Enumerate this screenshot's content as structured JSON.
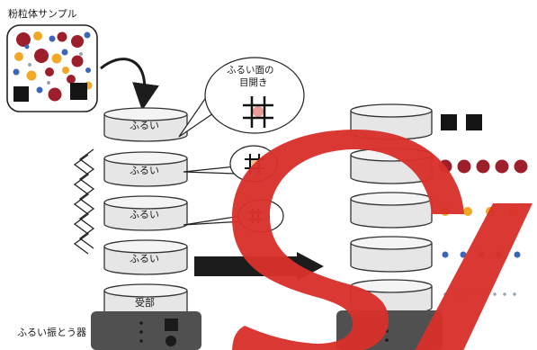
{
  "labels": {
    "sample_title": "粉粒体サンプル",
    "mesh_caption_line1": "ふるい面の",
    "mesh_caption_line2": "目開き",
    "sieve": "ふるい",
    "receiver": "受部",
    "shaker": "ふるい振とう器"
  },
  "colors": {
    "red_particle": "#9e1f2c",
    "yellow_particle": "#f0a826",
    "blue_particle": "#3d66b8",
    "black_block": "#141414",
    "gray_particle": "#9aa3b4",
    "mesh_pink": "#e99c98",
    "mesh_orange": "#f3c28c",
    "overlay_red": "#d9312b",
    "sieve_fill": "#e6e6e6",
    "sieve_stroke": "#333333",
    "shaker_fill": "#505050",
    "arrow_black": "#1c1c1c"
  },
  "icons": {
    "flow_arrow": "curved-arrow-icon",
    "vibration": "zigzag-vibration-icon",
    "mesh": "mesh-grid-icon",
    "overlay": "red-s-shape-icon"
  },
  "result_rows": [
    {
      "particle": "black-square",
      "count": 2
    },
    {
      "particle": "red-circle",
      "count": 5
    },
    {
      "particle": "yellow-circle",
      "count": 4
    },
    {
      "particle": "blue-circle",
      "count": 5
    },
    {
      "particle": "gray-dot",
      "count": 8
    }
  ]
}
